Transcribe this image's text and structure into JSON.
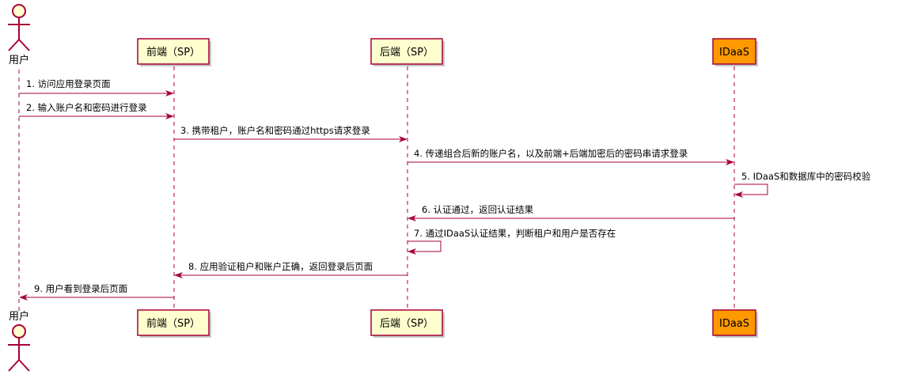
{
  "diagram": {
    "colors": {
      "line": "#A80036",
      "participant_fill": "#FEFECE",
      "idaas_fill": "#FF9900"
    },
    "participants": {
      "user": "用户",
      "frontend": "前端（SP）",
      "backend": "后端（SP）",
      "idaas": "IDaaS"
    },
    "messages": [
      "1. 访问应用登录页面",
      "2. 输入账户名和密码进行登录",
      "3. 携带租户，账户名和密码通过https请求登录",
      "4. 传递组合后新的账户名，以及前端+后端加密后的密码串请求登录",
      "5. IDaaS和数据库中的密码校验",
      "6. 认证通过，返回认证结果",
      "7. 通过IDaaS认证结果，判断租户和用户是否存在",
      "8. 应用验证租户和账户正确，返回登录后页面",
      "9. 用户看到登录后页面"
    ]
  }
}
